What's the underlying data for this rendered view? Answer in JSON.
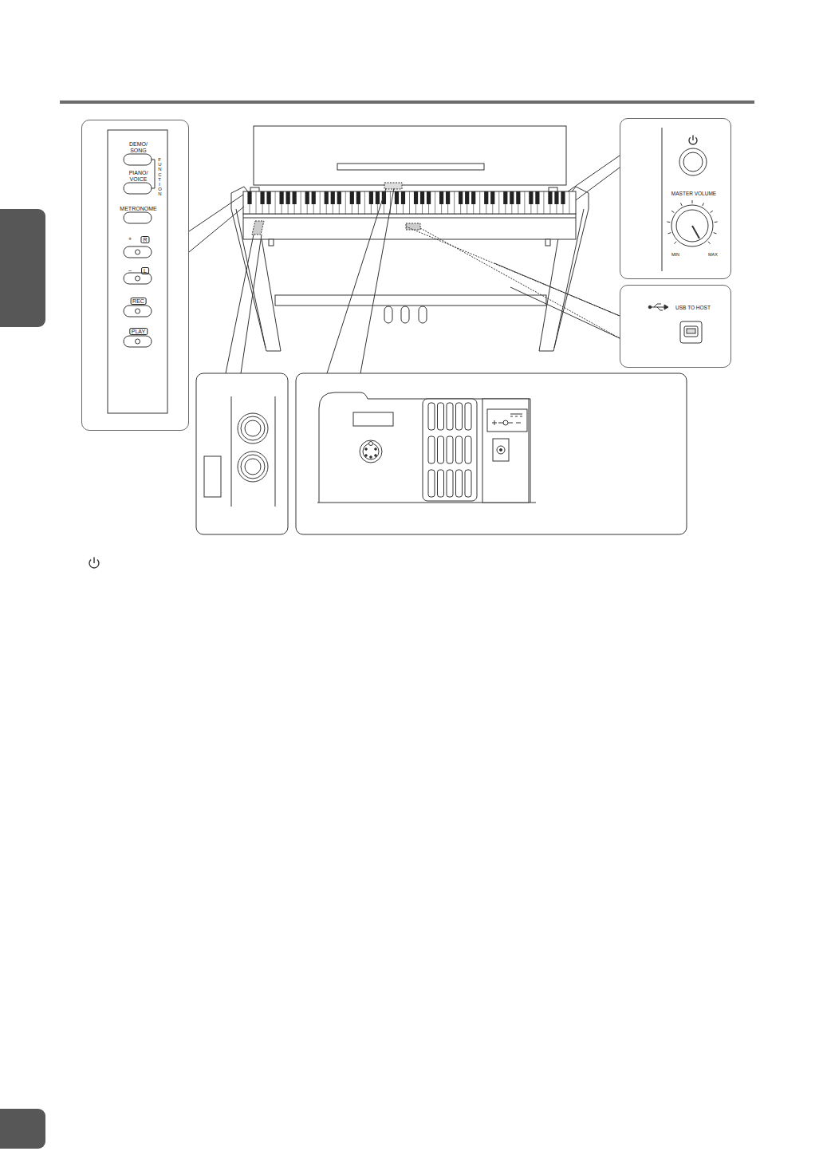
{
  "diagram": {
    "nodes": [
      {
        "text": [
          "DEMO/ SONG",
          "FUNCTION",
          "PIANO/ VOICE",
          "METRONOME",
          "+",
          "R",
          "–",
          "L",
          "REC",
          "PLAY"
        ]
      },
      {
        "text": [
          "MASTER VOLUME",
          "MIN",
          "MAX"
        ]
      },
      {
        "text": [
          "USB TO HOST"
        ]
      }
    ]
  }
}
